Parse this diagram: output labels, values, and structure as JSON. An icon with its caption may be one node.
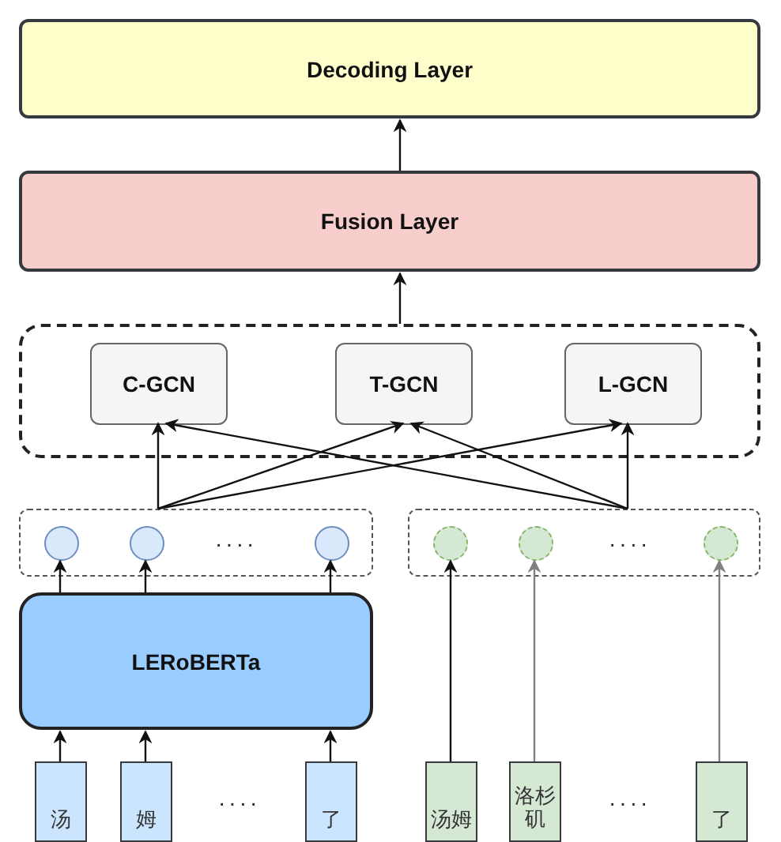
{
  "diagram": {
    "nodes": [
      {
        "text": [
          "Decoding Layer"
        ]
      },
      {
        "text": [
          "Fusion Layer"
        ]
      },
      {
        "text": [],
        "shape": "box"
      },
      {
        "text": [
          "C-GCN"
        ],
        "in": 2
      },
      {
        "text": [
          "T-GCN"
        ],
        "in": 2
      },
      {
        "text": [
          "L-GCN"
        ],
        "in": 2
      },
      {
        "text": [],
        "shape": "box"
      },
      {
        "text": [],
        "shape": "circle",
        "in": 6
      },
      {
        "text": [],
        "shape": "circle",
        "in": 6
      },
      {
        "text": [],
        "shape": "circle",
        "in": 6
      },
      {
        "text": [],
        "shape": "box"
      },
      {
        "text": [],
        "shape": "circle",
        "in": 10
      },
      {
        "text": [],
        "shape": "circle",
        "in": 10
      },
      {
        "text": [],
        "shape": "circle",
        "in": 10
      },
      {
        "text": [
          "LERoBERTa"
        ]
      },
      {
        "text": [
          "汤"
        ]
      },
      {
        "text": [
          "姆"
        ]
      },
      {
        "text": [
          "了"
        ]
      },
      {
        "text": [
          "汤姆"
        ]
      },
      {
        "text": [
          "洛杉矶"
        ]
      },
      {
        "text": [
          "了"
        ]
      }
    ],
    "edges": [
      {
        "from": 1,
        "to": 0,
        "arrow": "to"
      },
      {
        "from": 2,
        "to": 1,
        "arrow": "to"
      },
      {
        "from": 6,
        "to": 3,
        "arrow": "to"
      },
      {
        "from": 6,
        "to": 4,
        "arrow": "to"
      },
      {
        "from": 6,
        "to": 5,
        "arrow": "to"
      },
      {
        "from": 10,
        "to": 3,
        "arrow": "to"
      },
      {
        "from": 10,
        "to": 4,
        "arrow": "to"
      },
      {
        "from": 10,
        "to": 5,
        "arrow": "to"
      },
      {
        "from": 15,
        "to": 14,
        "arrow": "to"
      },
      {
        "from": 16,
        "to": 14,
        "arrow": "to"
      },
      {
        "from": 17,
        "to": 14,
        "arrow": "to"
      },
      {
        "from": 14,
        "to": 7,
        "arrow": "to"
      },
      {
        "from": 14,
        "to": 8,
        "arrow": "to"
      },
      {
        "from": 14,
        "to": 9,
        "arrow": "to"
      },
      {
        "from": 18,
        "to": 11,
        "arrow": "to"
      },
      {
        "from": 19,
        "to": 12,
        "arrow": "to",
        "color": "#808080"
      },
      {
        "from": 20,
        "to": 13,
        "arrow": "to",
        "color": "#808080"
      }
    ],
    "labels": [
      "····",
      "····",
      "····",
      "····"
    ]
  }
}
